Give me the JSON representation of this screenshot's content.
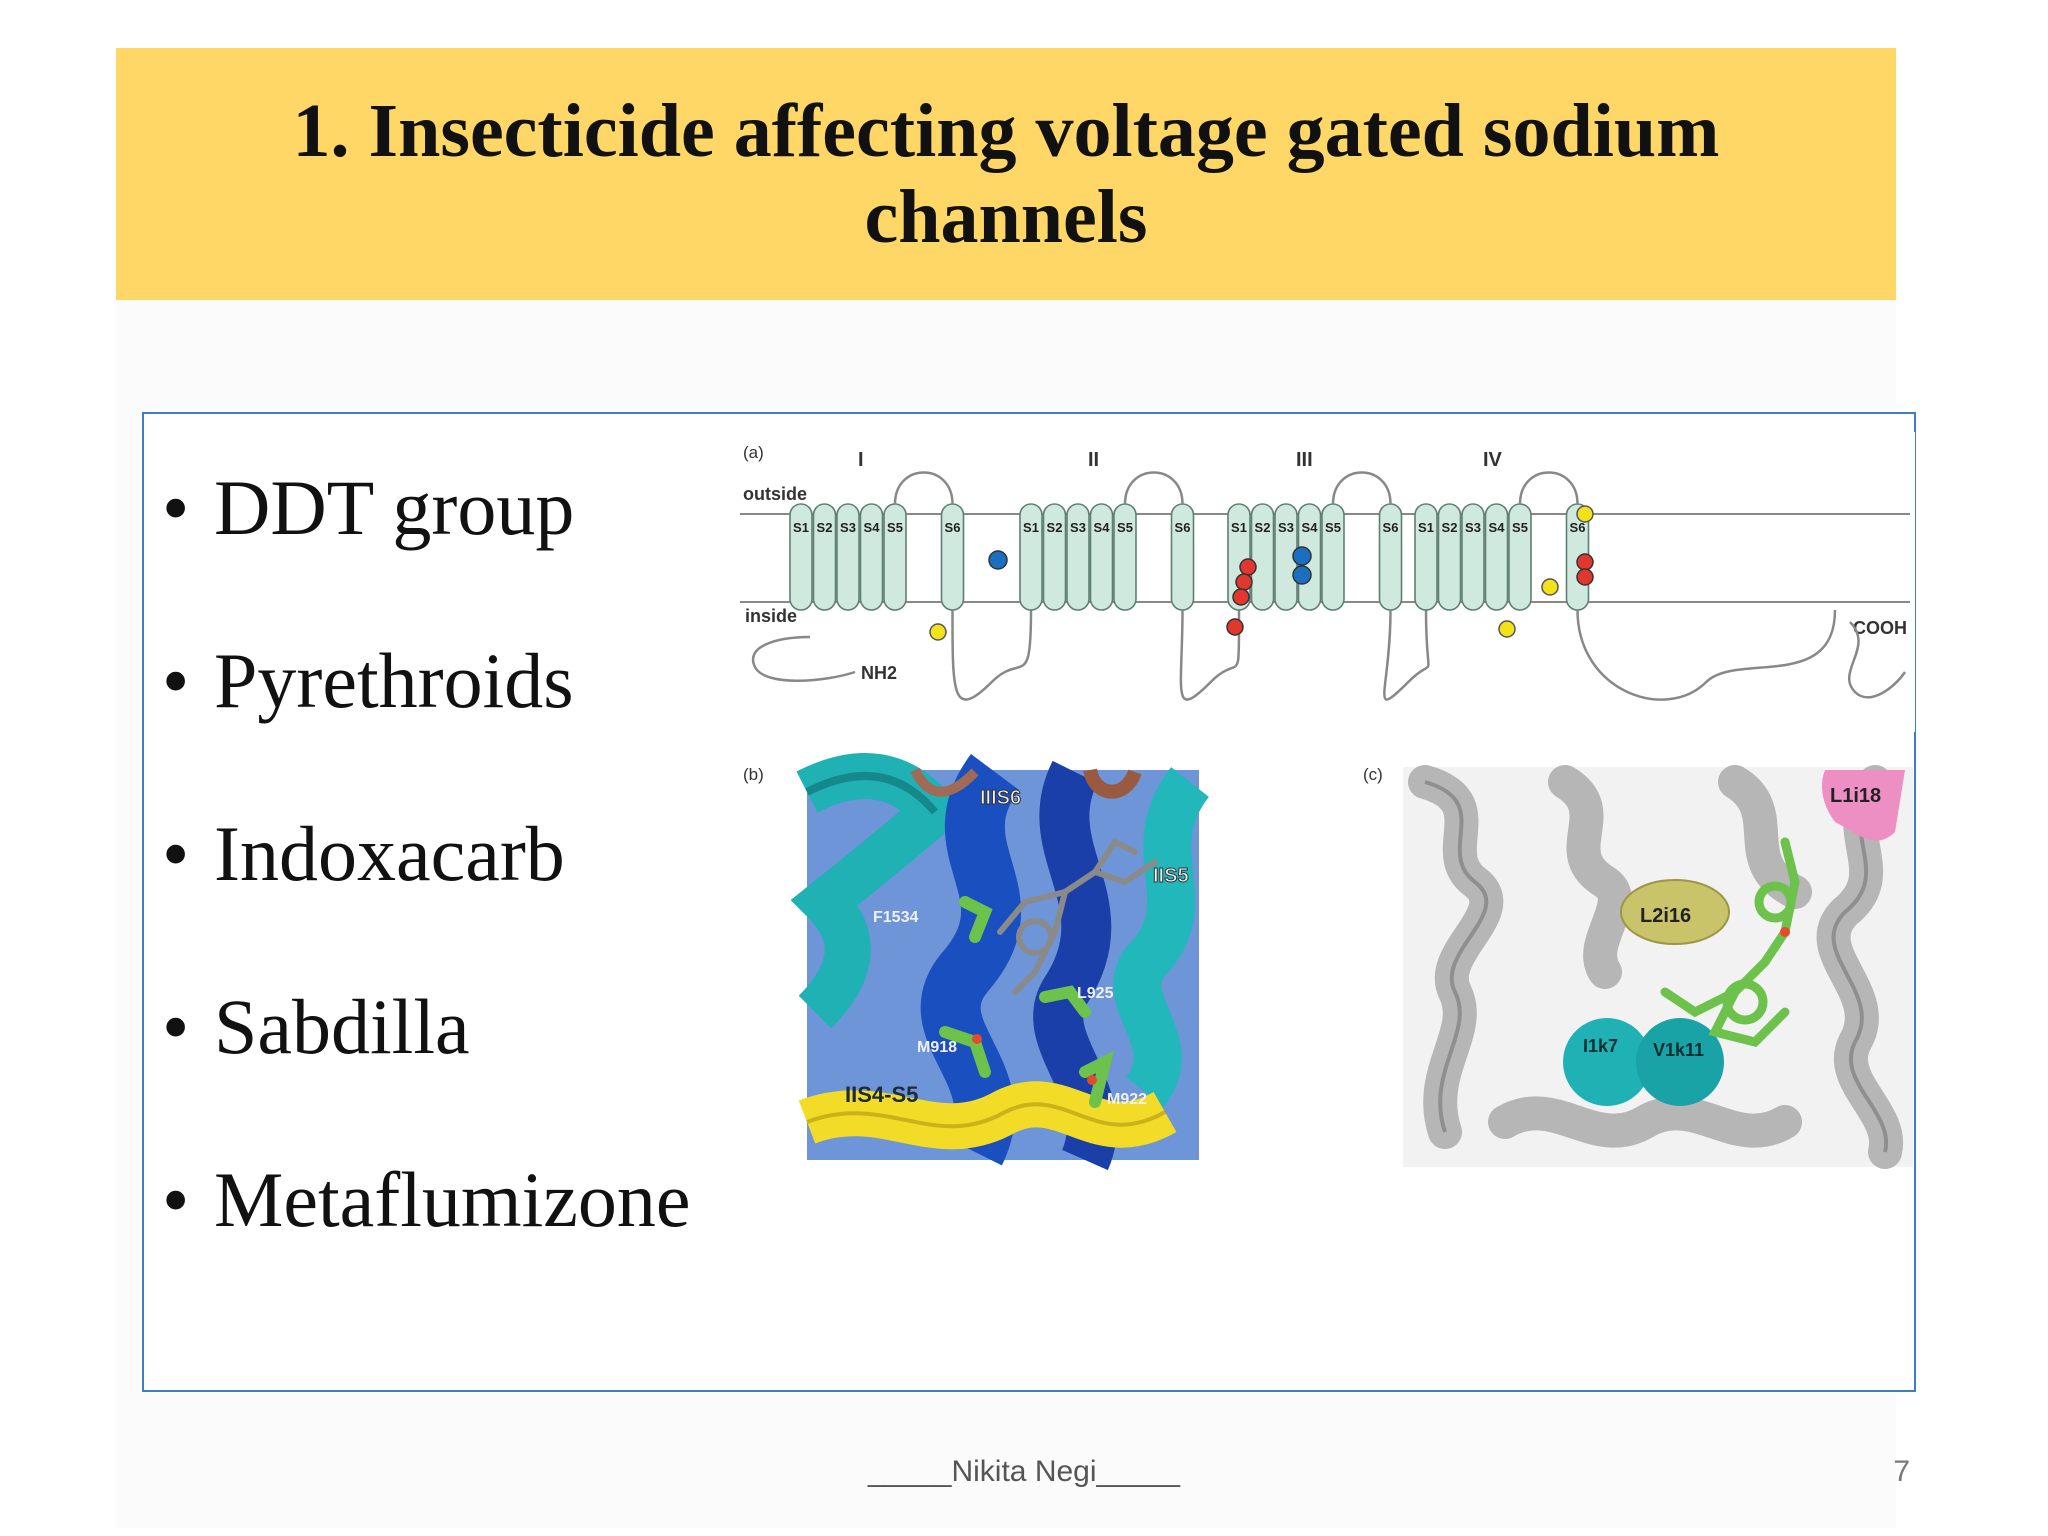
{
  "slide": {
    "title": "1. Insecticide affecting voltage gated sodium channels",
    "bullets": [
      "DDT group",
      "Pyrethroids",
      "Indoxacarb",
      "Sabdilla",
      "Metaflumizone"
    ],
    "bullet_glyph": "•",
    "footer": "_____Nikita Negi_____",
    "page_number": "7"
  },
  "figure": {
    "panel_a": {
      "label": "(a)",
      "domains": [
        "I",
        "II",
        "III",
        "IV"
      ],
      "outside": "outside",
      "inside": "inside",
      "nh2": "NH2",
      "cooh": "COOH",
      "segments": [
        "S1",
        "S2",
        "S3",
        "S4",
        "S5",
        "S6"
      ]
    },
    "panel_b": {
      "label": "(b)",
      "labels": {
        "iiis6": "IIIS6",
        "iis5": "IIS5",
        "f1534": "F1534",
        "l925": "L925",
        "m918": "M918",
        "iis4s5": "IIS4-S5",
        "m922": "M922"
      }
    },
    "panel_c": {
      "label": "(c)",
      "labels": {
        "l1i18": "L1i18",
        "l2i16": "L2i16",
        "i1k7": "I1k7",
        "v1k11": "V1k11"
      }
    }
  },
  "colors": {
    "title_band": "#fed766",
    "box_border": "#3e7fc2",
    "helix": "#cfe9de",
    "dot_yellow": "#f3e21a",
    "dot_red": "#e2372e",
    "dot_blue": "#1b6fc0",
    "teal": "#1fb1b4",
    "blue_helix": "#1a4fc0",
    "yellow_helix": "#f2dc28",
    "gray_helix": "#bcbcbc",
    "ligand": "#6cc24a"
  }
}
